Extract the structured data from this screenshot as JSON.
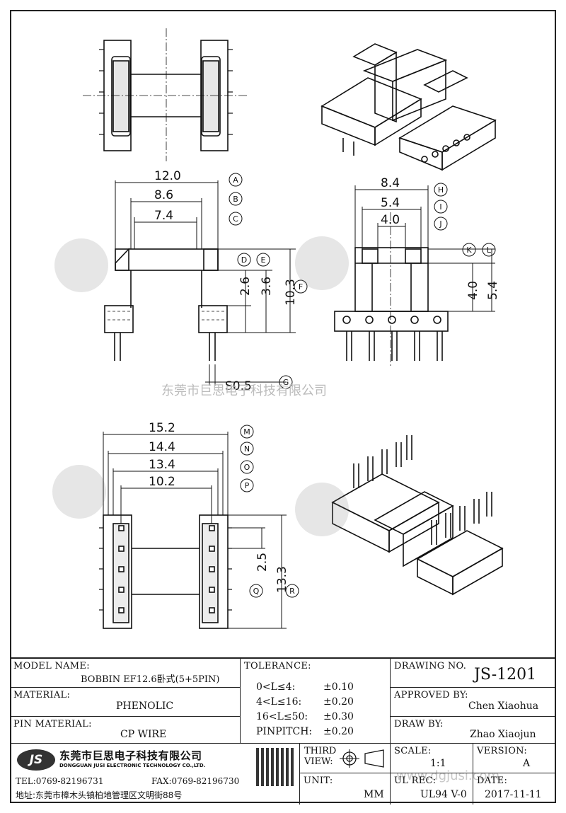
{
  "watermark": {
    "company_cn": "东莞市巨思电子科技有限公司",
    "site": "www.dgjusi.com"
  },
  "dimensions": {
    "A": "12.0",
    "B": "8.6",
    "C": "7.4",
    "D": "2.6",
    "E": "3.6",
    "F": "10.3",
    "G": "S0.5",
    "H": "8.4",
    "I": "5.4",
    "J": "4.0",
    "K": "4.0",
    "L": "5.4",
    "M": "15.2",
    "N": "14.4",
    "O": "13.4",
    "P": "10.2",
    "Q": "2.5",
    "R": "13.3"
  },
  "callouts": [
    "A",
    "B",
    "C",
    "D",
    "E",
    "F",
    "G",
    "H",
    "I",
    "J",
    "K",
    "L",
    "M",
    "N",
    "O",
    "P",
    "Q",
    "R"
  ],
  "title_block": {
    "model_name_label": "MODEL NAME:",
    "model_name": "BOBBIN EF12.6卧式(5+5PIN)",
    "material_label": "MATERIAL:",
    "material": "PHENOLIC",
    "pin_material_label": "PIN MATERIAL:",
    "pin_material": "CP WIRE",
    "tolerance_label": "TOLERANCE:",
    "tolerances": [
      {
        "range": "0<L≤4:",
        "value": "±0.10"
      },
      {
        "range": "4<L≤16:",
        "value": "±0.20"
      },
      {
        "range": "16<L≤50:",
        "value": "±0.30"
      },
      {
        "range": "PINPITCH:",
        "value": "±0.20"
      }
    ],
    "drawing_no_label": "DRAWING NO.",
    "drawing_no": "JS-1201",
    "approved_by_label": "APPROVED BY:",
    "approved_by": "Chen Xiaohua",
    "draw_by_label": "DRAW BY:",
    "draw_by": "Zhao Xiaojun",
    "third_view_label": "THIRD\nVIEW:",
    "third_view_1": "THIRD",
    "third_view_2": "VIEW:",
    "unit_label": "UNIT:",
    "unit": "MM",
    "scale_label": "SCALE:",
    "scale": "1:1",
    "version_label": "VERSION:",
    "version": "A",
    "ul_rec_label": "UL REC:",
    "ul_rec": "UL94 V-0",
    "date_label": "DATE:",
    "date": "2017-11-11",
    "company_cn": "东莞市巨思电子科技有限公司",
    "company_en": "DONGGUAN JUSI ELECTRONIC TECHNOLOGY CO.,LTD.",
    "tel": "TEL:0769-82196731",
    "fax": "FAX:0769-82196730",
    "address": "地址:东莞市樟木头镇柏地管理区文明街88号",
    "logo": "JS"
  }
}
